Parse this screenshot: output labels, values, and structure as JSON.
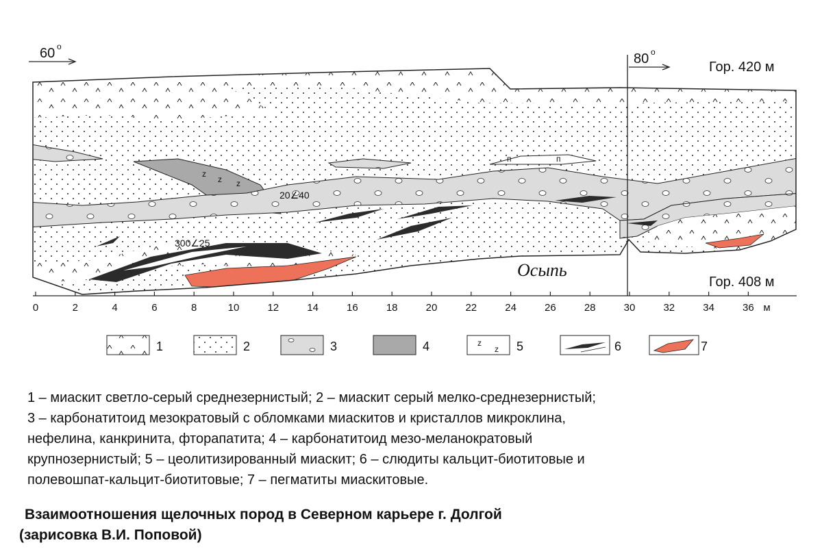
{
  "section": {
    "direction_left": {
      "value": "60",
      "degree": "o"
    },
    "direction_right": {
      "value": "80",
      "degree": "o"
    },
    "level_top": "Гор. 420 м",
    "level_bottom": "Гор. 408 м",
    "scree_label": "Осыпь",
    "dip_label_1": "20∠40",
    "dip_label_2": "300∠25",
    "pegmatite_mark": "п",
    "zeolite_mark": "z",
    "scale_unit": "м",
    "scale_ticks": [
      "0",
      "2",
      "4",
      "6",
      "8",
      "10",
      "12",
      "14",
      "16",
      "18",
      "20",
      "22",
      "24",
      "26",
      "28",
      "30",
      "32",
      "34",
      "36"
    ]
  },
  "legend_items": [
    {
      "number": "1",
      "icon": "miaskite-light-pattern"
    },
    {
      "number": "2",
      "icon": "miaskite-grey-dots-pattern"
    },
    {
      "number": "3",
      "icon": "carbonatitoid-meso-pattern"
    },
    {
      "number": "4",
      "icon": "carbonatitoid-mesomelano-fill"
    },
    {
      "number": "5",
      "icon": "zeolite-z-pattern"
    },
    {
      "number": "6",
      "icon": "mica-lens-pattern"
    },
    {
      "number": "7",
      "icon": "pegmatite-fill"
    }
  ],
  "legend_text_lines": [
    "1 – миаскит светло-серый среднезернистый; 2 – миаскит серый мелко-среднезернистый;",
    "3 – карбонатитоид мезократовый с обломками миаскитов и кристаллов микроклина,",
    "нефелина, канкринита, фторапатита; 4 – карбонатитоид мезо-меланократовый",
    "крупнозернистый; 5 – цеолитизированный миаскит; 6 – слюдиты кальцит-биотитовые и",
    "полевошпат-кальцит-биотитовые; 7 – пегматиты миаскитовые."
  ],
  "caption_lines": [
    "Взаимоотношения щелочных пород в Северном карьере г. Долгой",
    "(зарисовка В.И. Поповой)"
  ],
  "colors": {
    "pegmatite": "#ee7259",
    "carbonatitoid_meso": "#dcdcdc",
    "carbonatitoid_melano": "#a9a9a9",
    "mica": "#2b2b2b",
    "line": "#222222"
  }
}
